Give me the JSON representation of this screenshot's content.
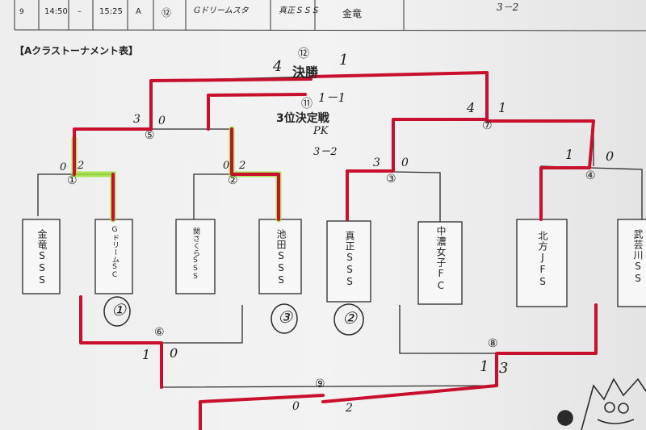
{
  "header_row": {
    "number": "9",
    "start_time": "14:50",
    "separator": "–",
    "end_time": "15:25",
    "court": "A",
    "match_no": "⑫",
    "team_left": "Gドリームスタ",
    "team_mid": "真正ＳＳＳ",
    "team_right": "金竜",
    "score": "3－2"
  },
  "title": "【Aクラストーナメント表】",
  "finals": {
    "match_no": "⑫",
    "label": "決勝",
    "score_left": "4",
    "score_right": "1"
  },
  "third_place": {
    "match_no": "⑪",
    "label": "3位決定戦",
    "score": "1－1",
    "pk_label": "PK",
    "pk_score": "3－2"
  },
  "matches": {
    "m1": {
      "no": "①",
      "score_left": "0",
      "score_right": "2"
    },
    "m2": {
      "no": "②",
      "score_left": "0",
      "score_right": "2"
    },
    "m3": {
      "no": "③",
      "score_left": "3",
      "score_right": "0"
    },
    "m4": {
      "no": "④",
      "score_left": "1",
      "score_right": "0"
    },
    "m5": {
      "no": "⑤",
      "score_left": "3",
      "score_right": "0"
    },
    "m6": {
      "no": "⑥",
      "score_left": "1",
      "score_right": "0"
    },
    "m7": {
      "no": "⑦",
      "score_left": "4",
      "score_right": "1"
    },
    "m8": {
      "no": "⑧",
      "score_left": "1",
      "score_right": "3"
    },
    "m9": {
      "no": "⑨",
      "score_left": "0",
      "score_right": "2"
    }
  },
  "teams": [
    {
      "name": "金竜SSS"
    },
    {
      "name": "GドリームSC"
    },
    {
      "name": "関さくらSSS"
    },
    {
      "name": "池田SSS"
    },
    {
      "name": "真正SSS"
    },
    {
      "name": "中濃女子FC"
    },
    {
      "name": "北方JFS"
    },
    {
      "name": "武芸川SS"
    }
  ],
  "placements": {
    "first": "①",
    "second": "②",
    "third": "③"
  },
  "colors": {
    "paper": "#efefef",
    "ink": "#2a2a2a",
    "winner_red": "#c8102e",
    "highlight_green": "#9be23a"
  }
}
